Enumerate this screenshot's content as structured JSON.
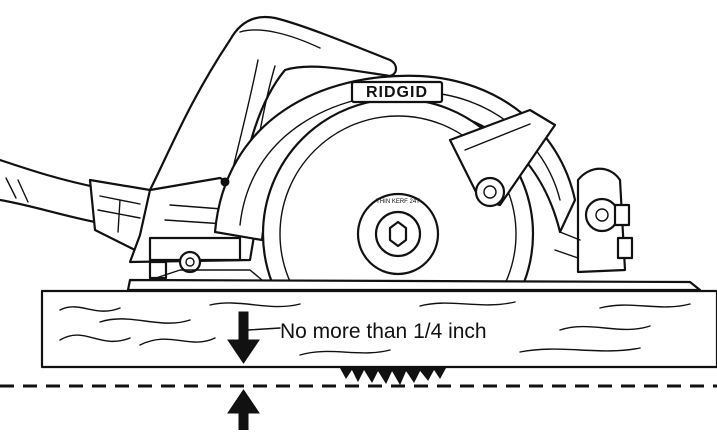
{
  "brand_logo": "RIDGID",
  "blade_label": "THIN KERF 24T",
  "callout_label": "No more than 1/4 inch",
  "colors": {
    "ink": "#111111",
    "paper": "#ffffff"
  }
}
